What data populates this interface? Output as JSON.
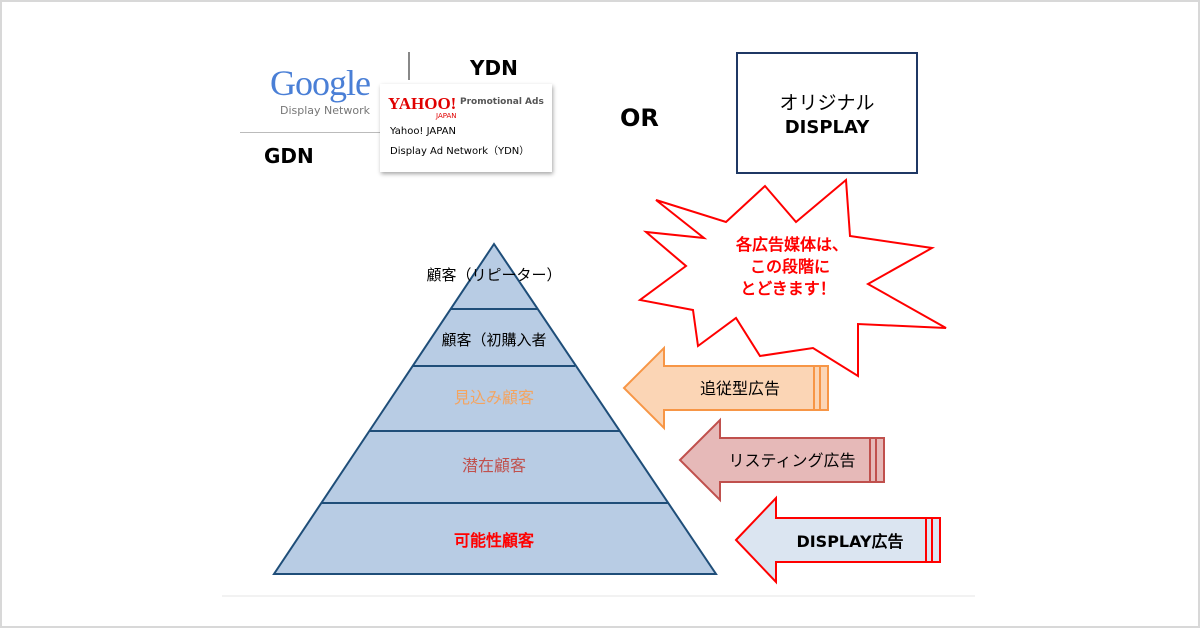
{
  "networks": {
    "google": {
      "logo_text": "Google",
      "logo_sub": "Display Network",
      "label": "GDN"
    },
    "yahoo": {
      "label": "YDN",
      "logo_text": "YAHOO!",
      "logo_sub": "JAPAN",
      "promo": "Promotional Ads",
      "line1": "Yahoo! JAPAN",
      "line2": "Display Ad Network（YDN）"
    },
    "or_text": "OR",
    "original": {
      "line1": "オリジナル",
      "line2": "DISPLAY"
    }
  },
  "starburst": {
    "line1": "各広告媒体は、",
    "line2": "この段階に",
    "line3": "とどきます！"
  },
  "pyramid": {
    "levels": [
      {
        "label": "顧客（リピーター）",
        "color": "#000000"
      },
      {
        "label": "顧客（初購入者",
        "color": "#000000"
      },
      {
        "label": "見込み顧客",
        "color": "#f4a460"
      },
      {
        "label": "潜在顧客",
        "color": "#c0504d"
      },
      {
        "label": "可能性顧客",
        "color": "#ff0000"
      }
    ]
  },
  "arrows": [
    {
      "label": "追従型広告",
      "fill": "#fbd5b5",
      "stroke": "#f79646"
    },
    {
      "label": "リスティング広告",
      "fill": "#e6b9b8",
      "stroke": "#c0504d"
    },
    {
      "label": "DISPLAY広告",
      "fill": "#dbe5f1",
      "stroke": "#ff0000"
    }
  ],
  "colors": {
    "pyramid_fill": "#b8cce4",
    "pyramid_stroke": "#1f4e79",
    "original_box_border": "#1f3864",
    "starburst_stroke": "#ff0000",
    "starburst_text": "#ff0000"
  }
}
